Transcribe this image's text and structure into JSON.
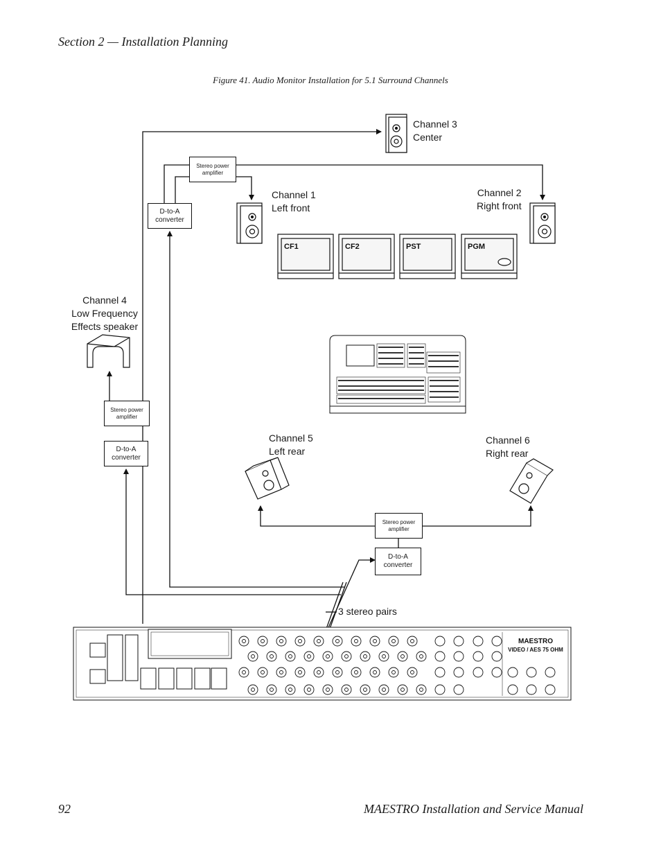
{
  "header": {
    "section": "Section 2 — Installation Planning"
  },
  "figure": {
    "caption": "Figure 41.  Audio Monitor Installation for 5.1 Surround Channels"
  },
  "boxes": {
    "amp_top": "Stereo power amplifier",
    "dac_top": "D-to-A converter",
    "amp_left": "Stereo power amplifier",
    "dac_left": "D-to-A converter",
    "amp_bottom": "Stereo power amplifier",
    "dac_bottom": "D-to-A converter"
  },
  "speakers": {
    "ch3": "Channel 3\nCenter",
    "ch1": "Channel 1\nLeft front",
    "ch2": "Channel 2\nRight front",
    "ch4": "Channel 4\nLow Frequency\nEffects speaker",
    "ch5": "Channel 5\nLeft rear",
    "ch6": "Channel 6\nRight rear"
  },
  "monitors": [
    "CF1",
    "CF2",
    "PST",
    "PGM"
  ],
  "stereo_pairs": "3 stereo pairs",
  "rear_panel": {
    "brand": "MAESTRO",
    "model": "VIDEO / AES 75 OHM"
  },
  "footer": {
    "page": "92",
    "title": "MAESTRO Installation and Service Manual"
  }
}
